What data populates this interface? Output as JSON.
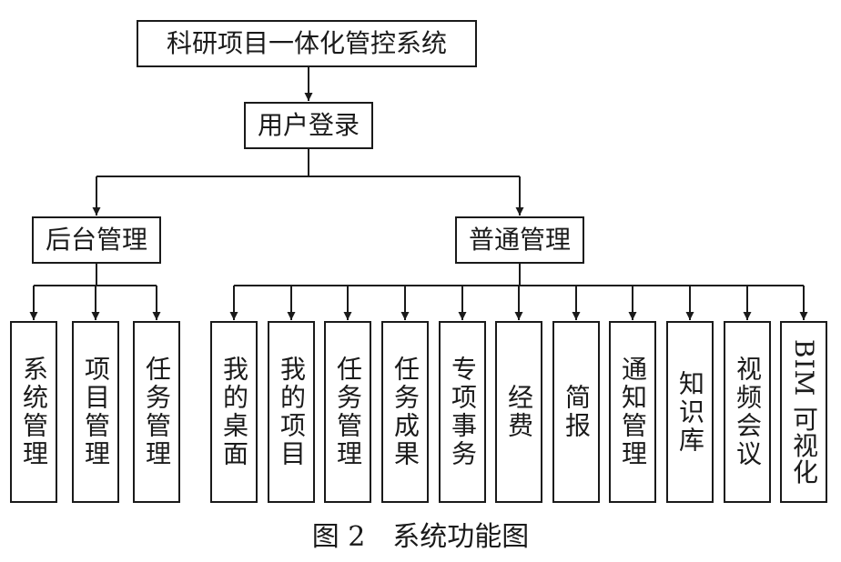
{
  "diagram": {
    "root": {
      "label": "科研项目一体化管控系统"
    },
    "login": {
      "label": "用户登录"
    },
    "branches": [
      {
        "label": "后台管理",
        "children": [
          "系统管理",
          "项目管理",
          "任务管理"
        ]
      },
      {
        "label": "普通管理",
        "children": [
          "我的桌面",
          "我的项目",
          "任务管理",
          "任务成果",
          "专项事务",
          "经费",
          "简报",
          "通知管理",
          "知识库",
          "视频会议",
          "BIM 可视化"
        ]
      }
    ]
  },
  "caption": "图 2　系统功能图",
  "colors": {
    "line": "#1a1a1a",
    "background": "#ffffff"
  }
}
